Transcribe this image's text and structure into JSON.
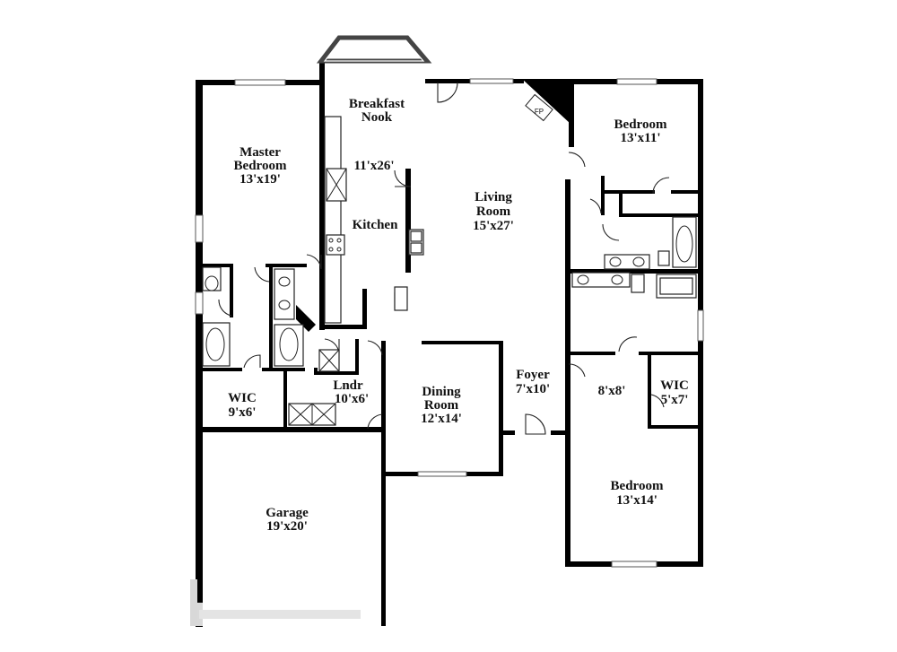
{
  "rooms": {
    "breakfast_nook": {
      "line1": "Breakfast",
      "line2": "Nook"
    },
    "master_bedroom": {
      "line1": "Master",
      "line2": "Bedroom",
      "dims": "13'x19'"
    },
    "kitchen": {
      "dims": "11'x26'",
      "name": "Kitchen"
    },
    "living_room": {
      "line1": "Living",
      "line2": "Room",
      "dims": "15'x27'"
    },
    "bedroom_ne": {
      "name": "Bedroom",
      "dims": "13'x11'"
    },
    "wic_master": {
      "name": "WIC",
      "dims": "9'x6'"
    },
    "laundry": {
      "name": "Lndr",
      "dims": "10'x6'"
    },
    "dining_room": {
      "line1": "Dining",
      "line2": "Room",
      "dims": "12'x14'"
    },
    "foyer": {
      "name": "Foyer",
      "dims": "7'x10'"
    },
    "hall": {
      "dims": "8'x8'"
    },
    "wic_se": {
      "name": "WIC",
      "dims": "5'x7'"
    },
    "bedroom_se": {
      "name": "Bedroom",
      "dims": "13'x14'"
    },
    "garage": {
      "name": "Garage",
      "dims": "19'x20'"
    }
  },
  "fixtures": {
    "fireplace": "FP"
  }
}
